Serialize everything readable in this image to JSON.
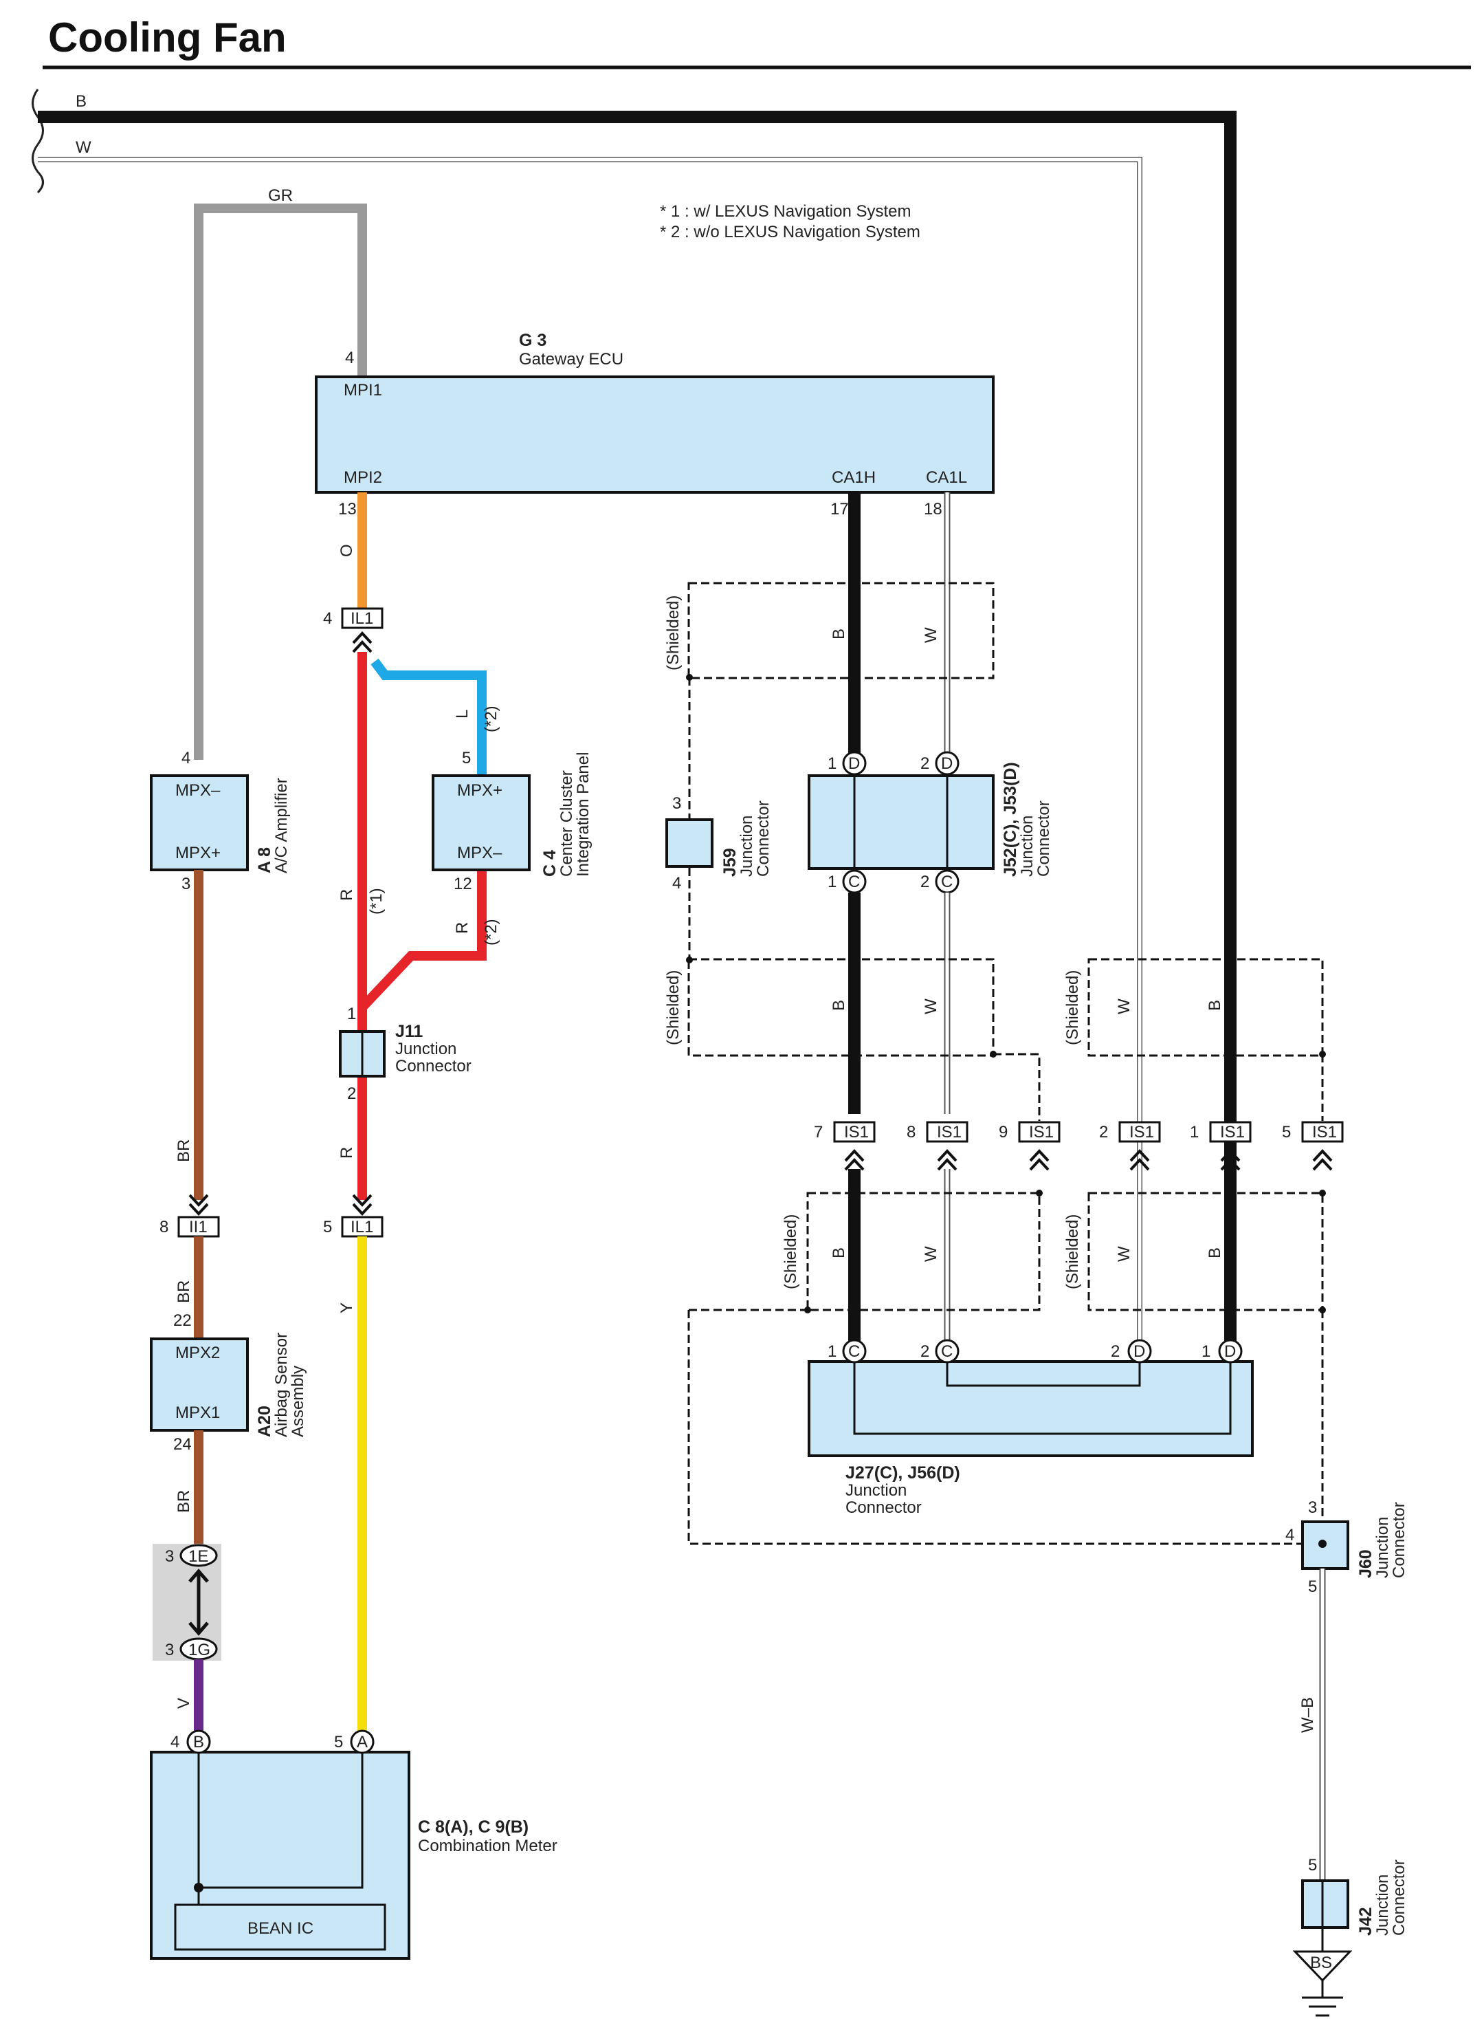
{
  "title": "Cooling Fan",
  "notes": [
    "* 1 : w/ LEXUS Navigation System",
    "* 2 : w/o LEXUS Navigation System"
  ],
  "colors": {
    "box_fill": "#c9e7f7",
    "black": "#111111",
    "white_wire": "#ffffff",
    "gray": "#9a9a9a",
    "orange": "#f29630",
    "red": "#e5252a",
    "blue": "#1fa8e6",
    "brown": "#a0522d",
    "yellow": "#f6dd0c",
    "violet": "#6a2a8c"
  },
  "bus_labels": {
    "b": "B",
    "w": "W",
    "gr": "GR"
  },
  "g3": {
    "code": "G 3",
    "name": "Gateway ECU",
    "pin_mpi1": "4",
    "mpi1": "MPI1",
    "mpi2": "MPI2",
    "ca1h": "CA1H",
    "ca1l": "CA1L",
    "pin_mpi2": "13",
    "pin_ca1h": "17",
    "pin_ca1l": "18"
  },
  "a8": {
    "code": "A 8",
    "name": "A/C Amplifier",
    "mpx_minus": "MPX–",
    "mpx_plus": "MPX+",
    "pin_top": "4",
    "pin_bot": "3"
  },
  "c4": {
    "code": "C 4",
    "name1": "Center Cluster",
    "name2": "Integration Panel",
    "mpx_plus": "MPX+",
    "mpx_minus": "MPX–",
    "pin_top": "5",
    "pin_bot": "12"
  },
  "j11": {
    "code": "J11",
    "name1": "Junction",
    "name2": "Connector",
    "pin_top": "1",
    "pin_bot": "2"
  },
  "a20": {
    "code": "A20",
    "name1": "Airbag Sensor",
    "name2": "Assembly",
    "mpx2": "MPX2",
    "mpx1": "MPX1",
    "pin_top": "22",
    "pin_bot": "24"
  },
  "c8": {
    "code": "C 8(A), C 9(B)",
    "name": "Combination Meter",
    "bean": "BEAN IC",
    "pin_b": "4",
    "pin_a": "5",
    "conn_b": "B",
    "conn_a": "A"
  },
  "j59": {
    "code": "J59",
    "name1": "Junction",
    "name2": "Connector",
    "pin_top": "3",
    "pin_bot": "4"
  },
  "j52": {
    "code": "J52(C), J53(D)",
    "name1": "Junction",
    "name2": "Connector",
    "pin1": "1",
    "pin2": "2",
    "conn_d": "D",
    "conn_c": "C"
  },
  "j27": {
    "code": "J27(C), J56(D)",
    "name1": "Junction",
    "name2": "Connector",
    "pin1": "1",
    "pin2": "2",
    "conn_c": "C",
    "conn_d": "D"
  },
  "j60": {
    "code": "J60",
    "name1": "Junction",
    "name2": "Connector",
    "pin3": "3",
    "pin4": "4",
    "pin5": "5"
  },
  "j42": {
    "code": "J42",
    "name1": "Junction",
    "name2": "Connector",
    "pin5": "5"
  },
  "ground": {
    "label": "BS"
  },
  "connectors": {
    "il1": "IL1",
    "ii1": "II1",
    "is1": "IS1",
    "c1e": "1E",
    "c1g": "1G",
    "il1_top_pin": "4",
    "il1_bot_pin": "5",
    "ii1_pin": "8",
    "c1e_pin": "3",
    "c1g_pin": "3",
    "is1_pins": [
      "7",
      "8",
      "9",
      "2",
      "1",
      "5"
    ]
  },
  "wire_labels": {
    "o": "O",
    "l": "L",
    "r": "R",
    "br": "BR",
    "y": "Y",
    "v": "V",
    "b": "B",
    "w": "W",
    "wb": "W–B",
    "star1": "(*1)",
    "star2": "(*2)",
    "shielded": "(Shielded)"
  }
}
